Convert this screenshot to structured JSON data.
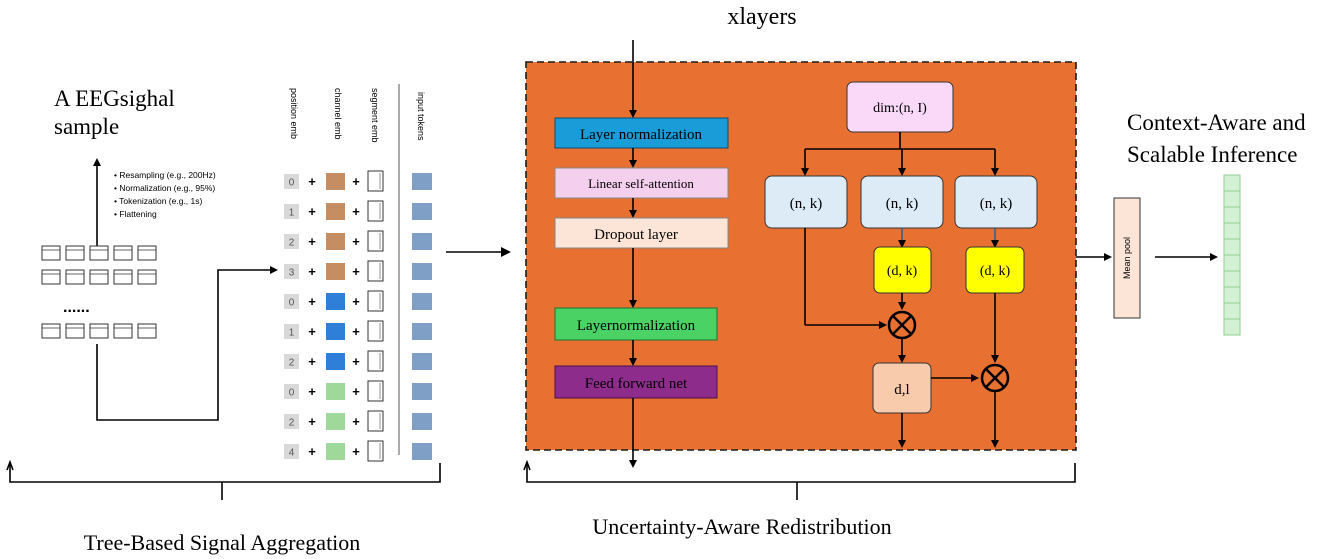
{
  "top_label": "xlayers",
  "left": {
    "title_line1": "A EEGsighal",
    "title_line2": "sample",
    "bullets": [
      "• Resampling (e.g., 200Hz)",
      "• Normalization (e.g., 95%)",
      "• Tokenization (e.g., 1s)",
      "• Flattening"
    ],
    "ellipsis": "......",
    "col_headers": [
      "position emb",
      "channel emb",
      "segment emb",
      "input tokens"
    ],
    "position_values": [
      "0",
      "1",
      "2",
      "3",
      "0",
      "1",
      "2",
      "0",
      "2",
      "4"
    ],
    "plus": "+",
    "section_label": "Tree-Based Signal Aggregation"
  },
  "middle": {
    "stack": {
      "layer_norm_1": "Layer normalization",
      "linear_self_attention": "Linear self-attention",
      "dropout": "Dropout layer",
      "layer_norm_2": "Layernormalization",
      "ffn": "Feed forward net"
    },
    "dim_box": "dim:(n, I)",
    "nk_boxes": [
      "(n, k)",
      "(n, k)",
      "(n, k)"
    ],
    "dk_boxes": [
      "(d, k)",
      "(d, k)"
    ],
    "dl_box": "d,l",
    "section_label": "Uncertainty-Aware Redistribution"
  },
  "right": {
    "title_line1": "Context-Aware and",
    "title_line2": "Scalable Inference",
    "mean_pool": "Mean pool"
  },
  "colors": {
    "orange_panel": "#E87132",
    "layer_norm_blue": "#1A9CD8",
    "attention_pink": "#F5CFEE",
    "dropout_peach": "#FCE4D6",
    "layernorm_green": "#4BD265",
    "ffn_purple": "#8E2C8C",
    "nk_lightblue": "#DDEBF7",
    "dk_yellow": "#FFFF00",
    "dl_peach": "#F8CBAD",
    "dim_pink": "#F9D8F8",
    "channel_brown": "#C58D62",
    "channel_blue": "#2F7ED8",
    "channel_green": "#9FD89B",
    "token_blue": "#7F9FC6",
    "output_green": "#D4F0D4"
  }
}
